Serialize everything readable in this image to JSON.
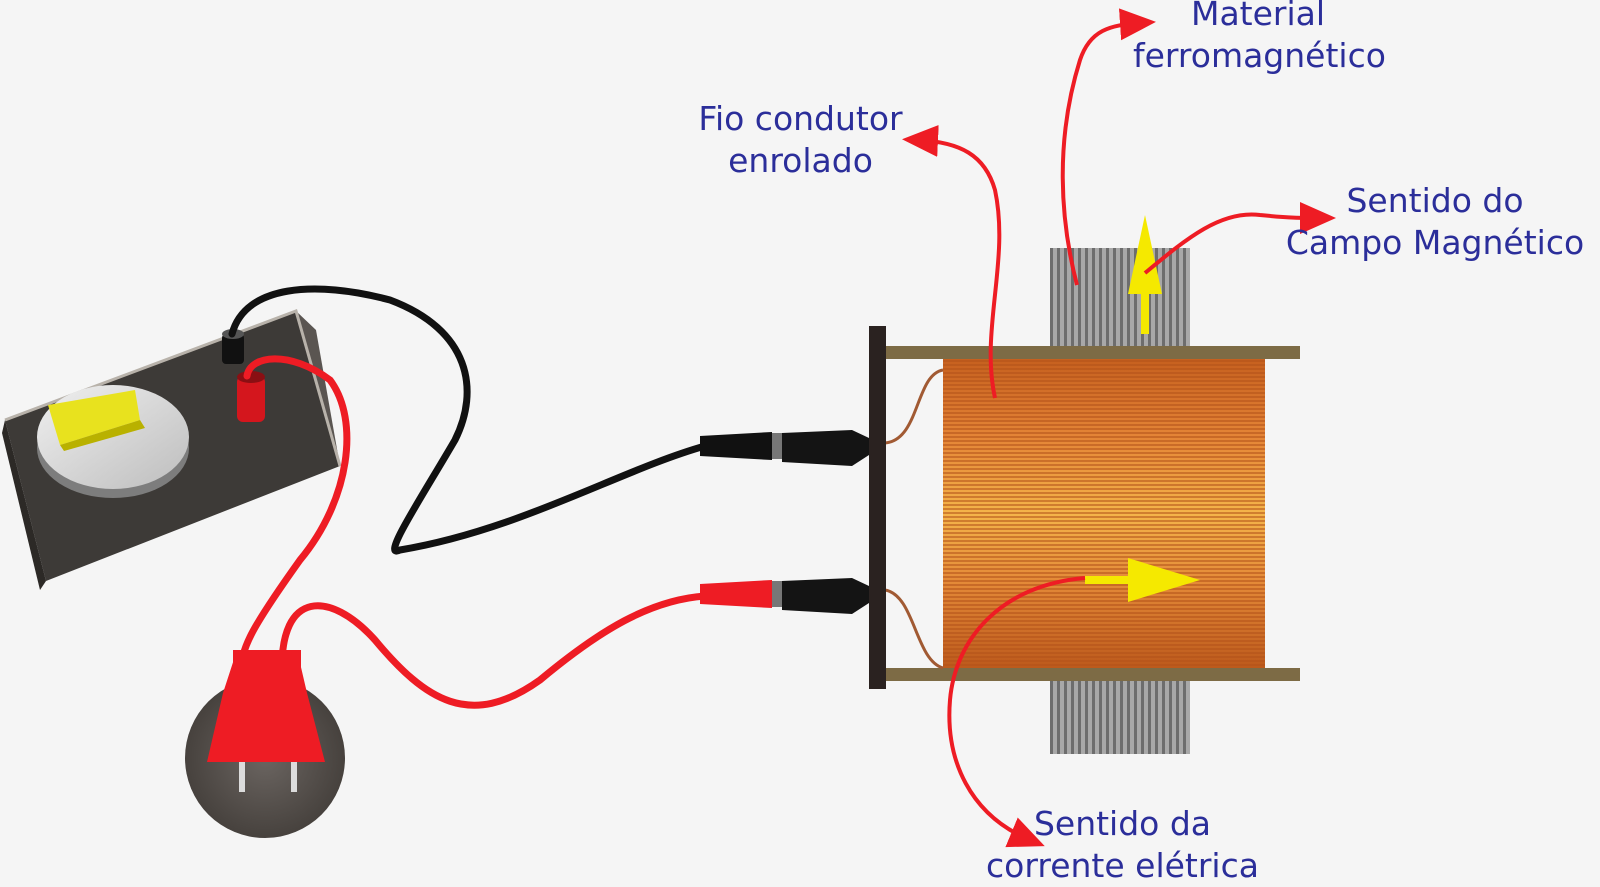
{
  "labels": {
    "material": [
      "Material",
      "ferromagnético"
    ],
    "fio": [
      "Fio condutor",
      "enrolado"
    ],
    "campo": [
      "Sentido do",
      "Campo Magnético"
    ],
    "corrente": [
      "Sentido da",
      "corrente elétrica"
    ]
  },
  "colors": {
    "label_text": "#2b2e9a",
    "pointer_arrow": "#ee1c24",
    "direction_arrow": "#f5e900",
    "coil_copper": "#d9772e",
    "core_steel": "#9a9a9a",
    "black_wire": "#111111",
    "red_wire": "#ee1c24",
    "box_body": "#3d3a37",
    "switch_lever": "#e8e21e"
  },
  "components": [
    "switch-box",
    "wall-socket",
    "plug",
    "black-wire",
    "red-wire",
    "coil",
    "ferromagnetic-core",
    "bobbin-flanges"
  ]
}
